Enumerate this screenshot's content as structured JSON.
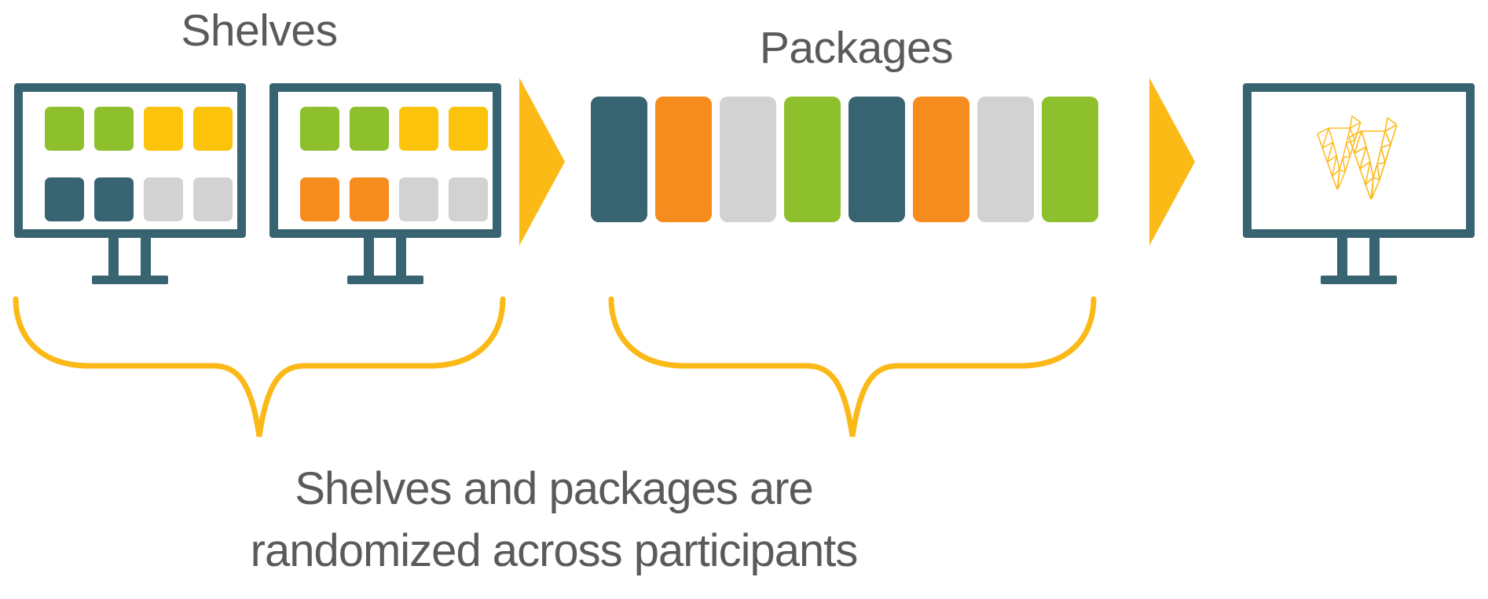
{
  "titles": {
    "shelves": "Shelves",
    "packages": "Packages"
  },
  "caption": {
    "line1": "Shelves and packages are",
    "line2": "randomized across participants"
  },
  "colors": {
    "teal": "#386472",
    "green": "#8DC02C",
    "yellow": "#FCC30B",
    "orange": "#F68B1E",
    "gray": "#D2D2D3",
    "arrow": "#FBBA16",
    "brace": "#FBB918",
    "logo": "#FDB915",
    "text": "#595A5C",
    "screen": "#FFFFFF"
  },
  "shelves": [
    {
      "id": "shelf-1",
      "grid": [
        [
          "green",
          "green",
          "yellow",
          "yellow"
        ],
        [
          "teal",
          "teal",
          "gray",
          "gray"
        ]
      ]
    },
    {
      "id": "shelf-2",
      "grid": [
        [
          "green",
          "green",
          "yellow",
          "yellow"
        ],
        [
          "orange",
          "orange",
          "gray",
          "gray"
        ]
      ]
    }
  ],
  "packages": {
    "sequence": [
      "teal",
      "orange",
      "gray",
      "green",
      "teal",
      "orange",
      "gray",
      "green"
    ]
  }
}
